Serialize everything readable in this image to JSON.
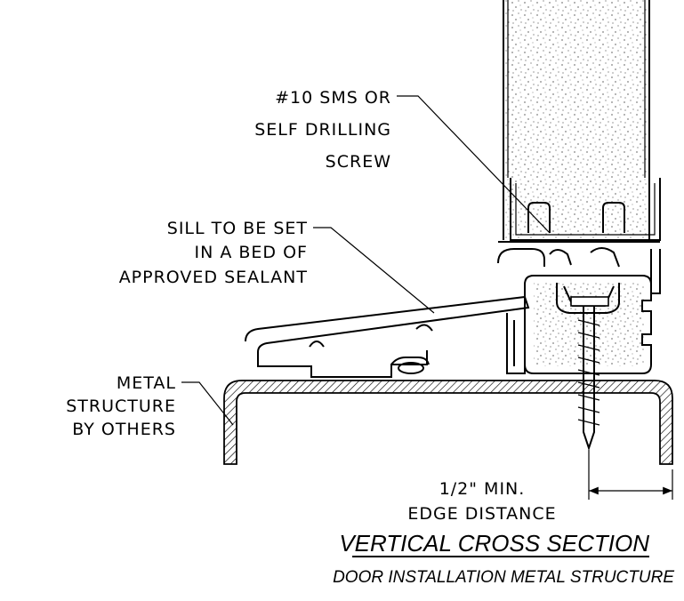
{
  "labels": {
    "screw_line1": "#10 SMS OR",
    "screw_line2": "SELF DRILLING",
    "screw_line3": "SCREW",
    "sill_line1": "SILL TO BE SET",
    "sill_line2": "IN A BED OF",
    "sill_line3": "APPROVED SEALANT",
    "metal_line1": "METAL",
    "metal_line2": "STRUCTURE",
    "metal_line3": "BY OTHERS",
    "edge_line1": "1/2\" MIN.",
    "edge_line2": "EDGE DISTANCE"
  },
  "title": "VERTICAL CROSS SECTION",
  "subtitle": "DOOR INSTALLATION METAL STRUCTURE",
  "colors": {
    "line": "#000000",
    "background": "#ffffff"
  }
}
